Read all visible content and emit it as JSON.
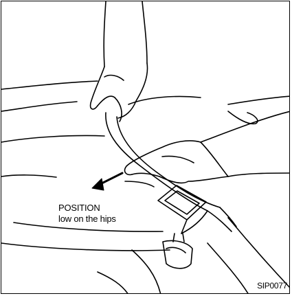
{
  "figure": {
    "callout": {
      "line1": "POSITION",
      "line2": "low on the hips"
    },
    "code": "SIP0077"
  },
  "colors": {
    "ink": "#000000",
    "paper": "#ffffff"
  },
  "icons": {
    "direction": "arrow-down-left-icon"
  }
}
